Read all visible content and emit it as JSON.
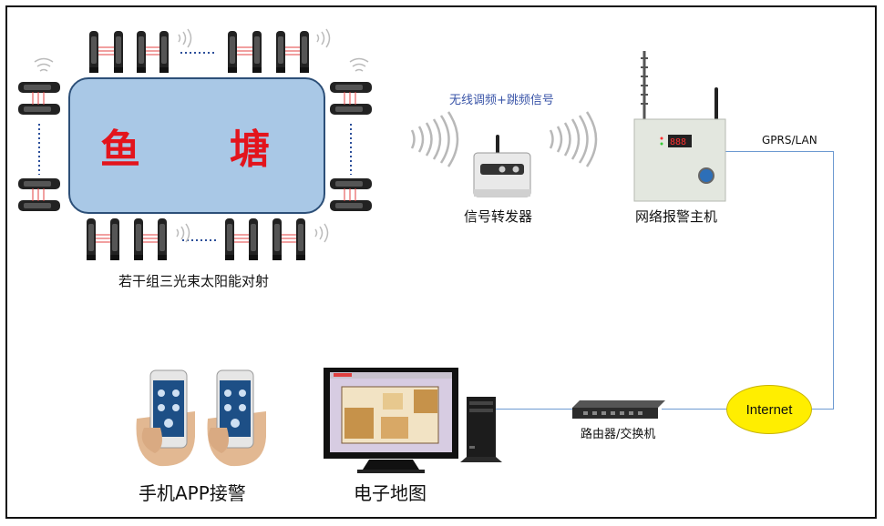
{
  "pond": {
    "char1": "鱼",
    "char2": "塘"
  },
  "labels": {
    "beams": "若干组三光束太阳能对射",
    "wireless": "无线调频+跳频信号",
    "repeater": "信号转发器",
    "host": "网络报警主机",
    "gprs": "GPRS/LAN",
    "internet": "Internet",
    "router": "路由器/交换机",
    "map": "电子地图",
    "app": "手机APP接警"
  },
  "colors": {
    "pond": "#a9c8e6",
    "pond_text": "#e3141c",
    "internet": "#ffee00",
    "wire": "#6d9ad1",
    "wireless_text": "#3a55a8"
  }
}
